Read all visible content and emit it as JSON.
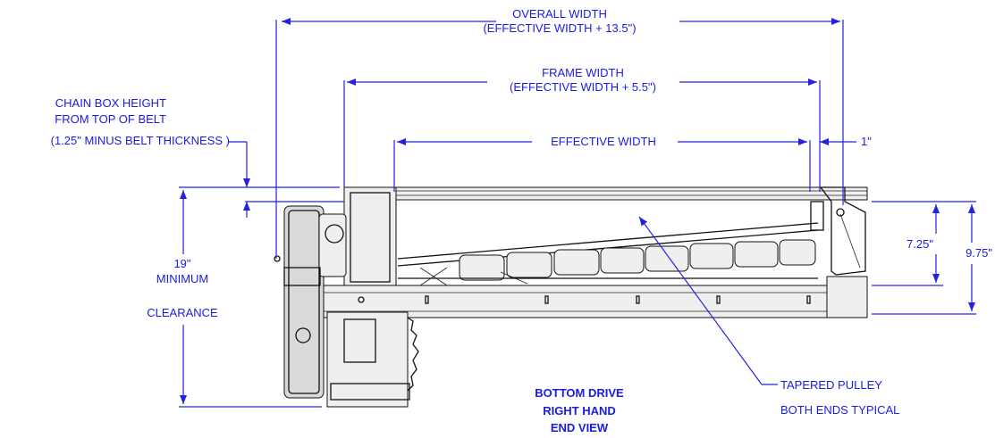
{
  "labels": {
    "overall_width_1": "OVERALL WIDTH",
    "overall_width_2": "(EFFECTIVE WIDTH + 13.5\")",
    "frame_width_1": "FRAME WIDTH",
    "frame_width_2": "(EFFECTIVE WIDTH + 5.5\")",
    "chain_box_1": "CHAIN BOX HEIGHT",
    "chain_box_2": "FROM TOP OF BELT",
    "chain_box_3": "(1.25\" MINUS BELT THICKNESS )",
    "effective_width": "EFFECTIVE WIDTH",
    "one_inch": "1\"",
    "clearance_1": "19\"",
    "clearance_2": "MINIMUM",
    "clearance_3": "CLEARANCE",
    "dim_725": "7.25\"",
    "dim_975": "9.75\"",
    "pulley_1": "TAPERED PULLEY",
    "pulley_2": "BOTH ENDS TYPICAL",
    "title_1": "BOTTOM DRIVE",
    "title_2": "RIGHT HAND",
    "title_3": "END VIEW"
  },
  "colors": {
    "dimension": "#1a1ae6",
    "outline": "#111111"
  }
}
